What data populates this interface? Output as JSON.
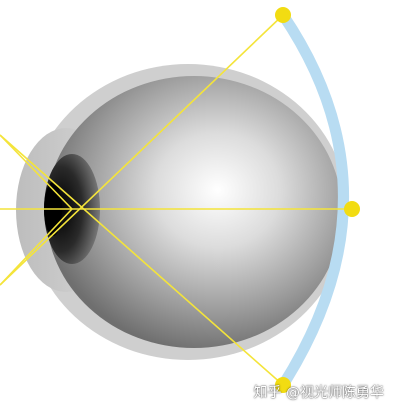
{
  "diagram": {
    "subject": "eye-ray-diagram",
    "colors": {
      "background": "#ffffff",
      "sclera_outer": "#cfcfcf",
      "eyeball_light": "#ffffff",
      "eyeball_dark": "#6f6f6f",
      "cornea_dark": "#1a1a1a",
      "cornea_mid": "#5a5a5a",
      "retina_arc": "#b8dcf2",
      "ray": "#f4e43a",
      "ray_point": "#f2dc12"
    },
    "parts": [
      "eyeball",
      "cornea",
      "retina-arc",
      "light-rays",
      "focus-points"
    ]
  },
  "watermark": {
    "text": "知乎 @视光师陈勇华"
  }
}
